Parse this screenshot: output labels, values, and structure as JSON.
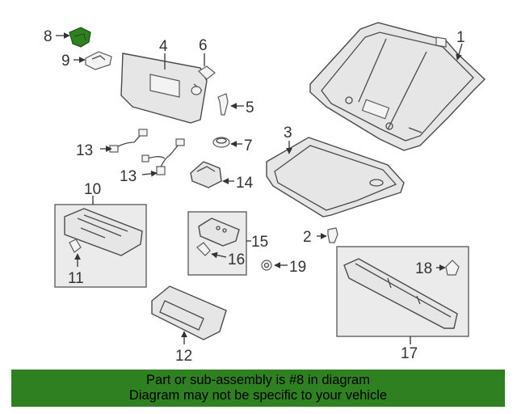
{
  "callouts": {
    "c1": "1",
    "c2": "2",
    "c3": "3",
    "c4": "4",
    "c5": "5",
    "c6": "6",
    "c7": "7",
    "c8": "8",
    "c9": "9",
    "c10": "10",
    "c11": "11",
    "c12": "12",
    "c13a": "13",
    "c13b": "13",
    "c14": "14",
    "c15": "15",
    "c16": "16",
    "c17": "17",
    "c18": "18",
    "c19": "19"
  },
  "highlight_color": "#2f8020",
  "banner": {
    "line1": "Part or sub-assembly is #8 in diagram",
    "line2": "Diagram may not be specific to your vehicle"
  }
}
